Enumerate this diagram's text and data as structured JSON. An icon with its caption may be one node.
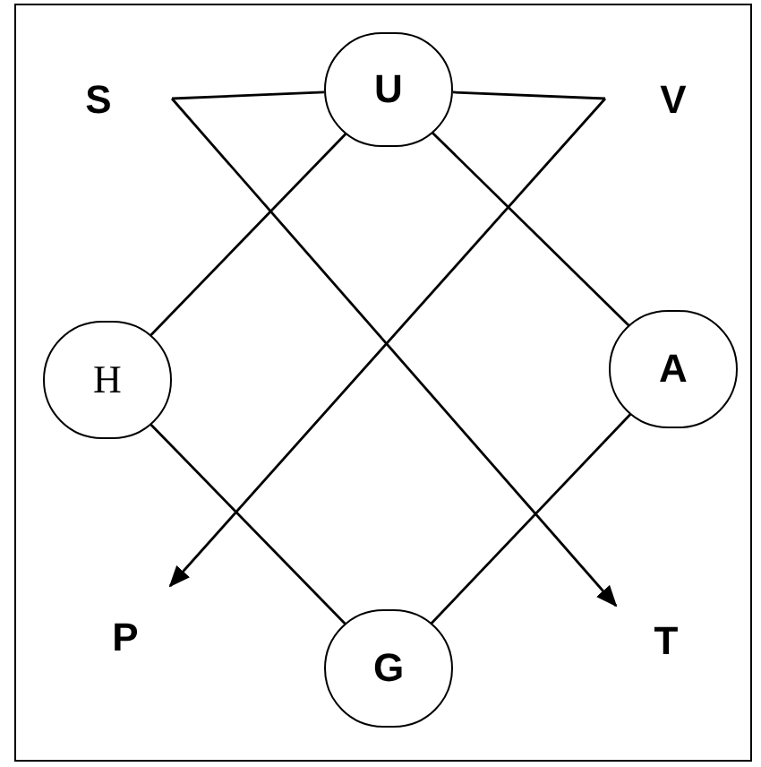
{
  "diagram": {
    "nodes": [
      {
        "text": [
          "S"
        ]
      },
      {
        "text": [
          "U"
        ]
      },
      {
        "text": [
          "V"
        ]
      },
      {
        "text": [
          "H"
        ]
      },
      {
        "text": [
          "A"
        ]
      },
      {
        "text": [
          "P"
        ]
      },
      {
        "text": [
          "G"
        ]
      },
      {
        "text": [
          "T"
        ]
      }
    ],
    "edges": [
      {
        "from": 0,
        "to": 1,
        "arrow": "none"
      },
      {
        "from": 1,
        "to": 2,
        "arrow": "none"
      },
      {
        "from": 0,
        "to": 7,
        "arrow": "to"
      },
      {
        "from": 2,
        "to": 5,
        "arrow": "to"
      },
      {
        "from": 1,
        "to": 3,
        "arrow": "none"
      },
      {
        "from": 1,
        "to": 4,
        "arrow": "none"
      },
      {
        "from": 3,
        "to": 6,
        "arrow": "none"
      },
      {
        "from": 4,
        "to": 6,
        "arrow": "none"
      }
    ]
  }
}
